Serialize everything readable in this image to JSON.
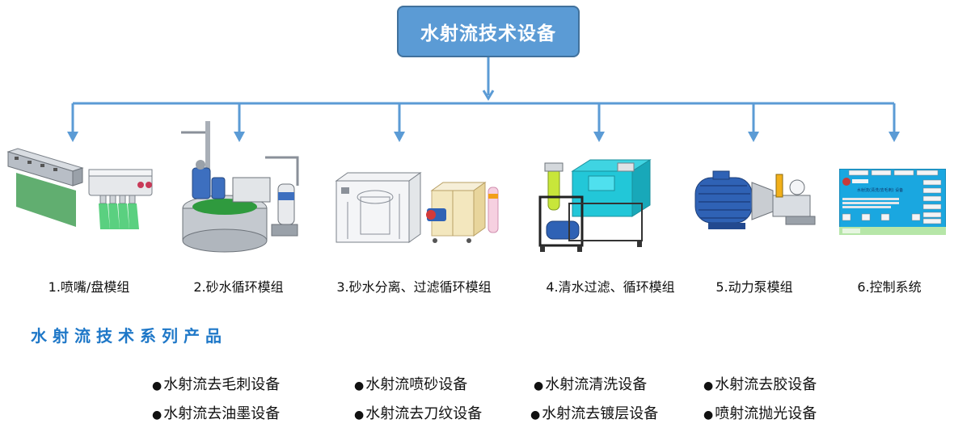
{
  "root": {
    "label": "水射流技术设备"
  },
  "modules": [
    {
      "label": "1.喷嘴/盘模组",
      "image": "nozzle-disc-module"
    },
    {
      "label": "2.砂水循环模组",
      "image": "sand-water-circulation-module"
    },
    {
      "label": "3.砂水分离、过滤循环模组",
      "image": "sand-water-separation-filter-module"
    },
    {
      "label": "4.清水过滤、循环模组",
      "image": "clean-water-filter-module"
    },
    {
      "label": "5.动力泵模组",
      "image": "power-pump-module"
    },
    {
      "label": "6.控制系统",
      "image": "control-system-screen"
    }
  ],
  "control_screen": {
    "tabs": [
      "",
      "",
      "",
      ""
    ],
    "company_logo_text": "",
    "title": "水射流(清洗/去毛刺) 设备"
  },
  "series_title": "水射流技术系列产品",
  "products": [
    [
      "水射流去毛刺设备",
      "水射流喷砂设备",
      "水射流清洗设备",
      "水射流去胶设备"
    ],
    [
      "水射流去油墨设备",
      "水射流去刀纹设备",
      "水射流去镀层设备",
      "喷射流抛光设备"
    ]
  ],
  "colors": {
    "root_fill": "#5b9bd5",
    "connector": "#5b9bd5",
    "series_title": "#1f78c8",
    "accent_cyan": "#22c7d8"
  }
}
